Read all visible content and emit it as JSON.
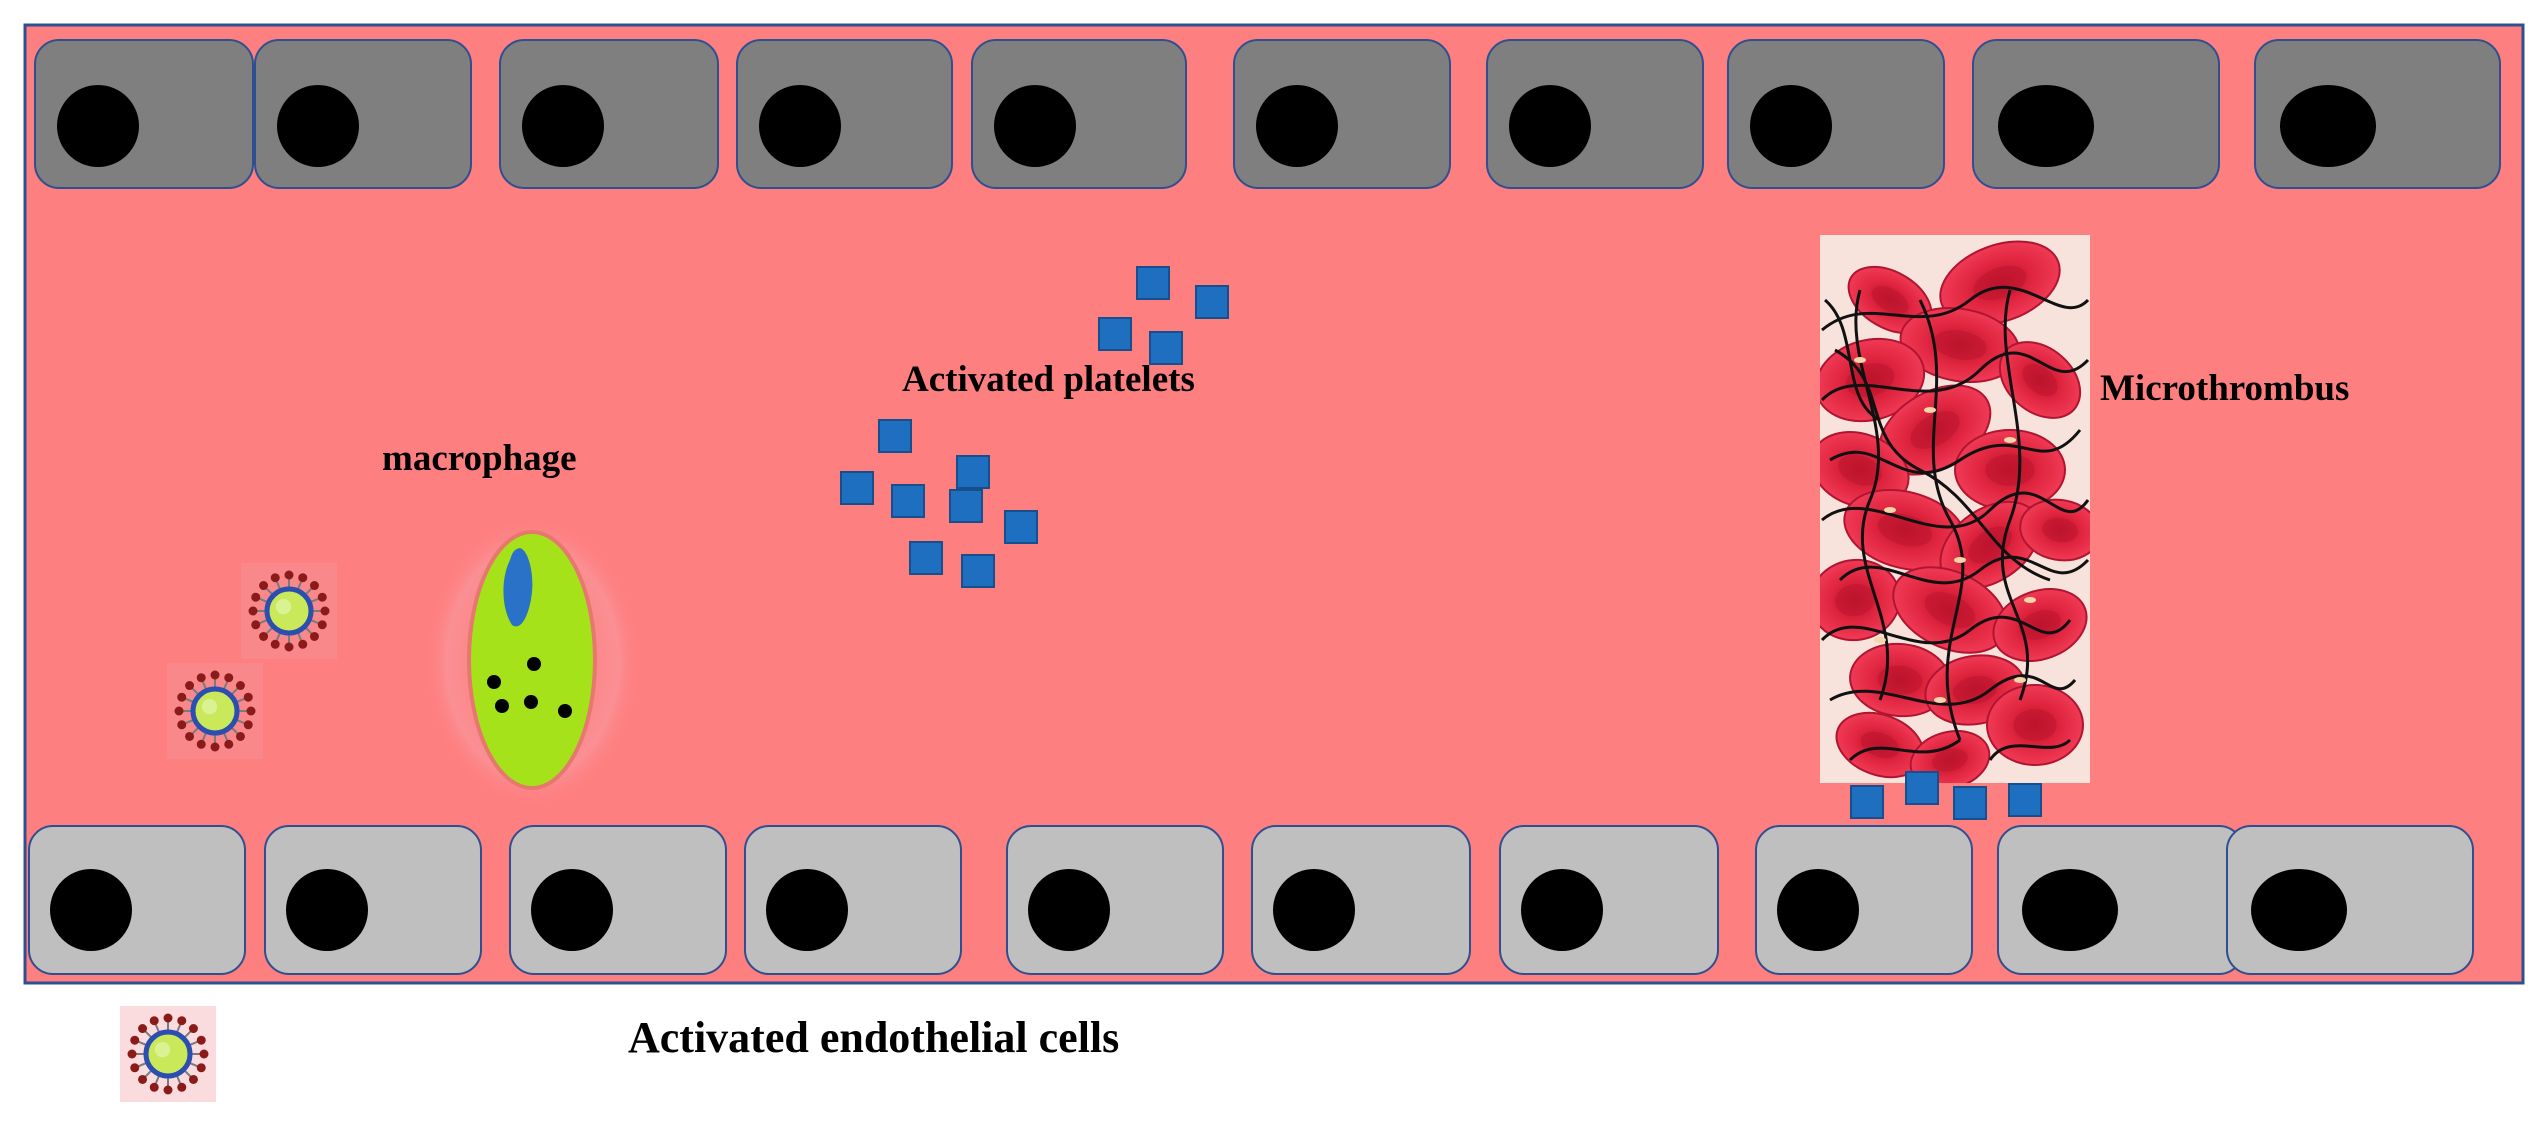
{
  "labels": {
    "activated_platelets": "Activated platelets",
    "macrophage": "macrophage",
    "microthrombus": "Microthrombus",
    "activated_endothelial_cells": "Activated endothelial cells"
  },
  "colors": {
    "vessel_lumen": "#fe7f80",
    "vessel_border": "#2f4f8f",
    "top_endothelial_cell": "#7f7f7f",
    "bottom_endothelial_cell": "#bfbfbf",
    "cell_nucleus": "#000000",
    "platelet": "#1f6fc0",
    "macrophage_body": "#a6e21a",
    "macrophage_nucleus": "#2a72c8",
    "red_blood_cell": "#e0253f",
    "fibrin": "#111111",
    "virus_core": "#c9e85a",
    "virus_spike": "#8b1a1a",
    "virus_ring": "#2a4fb0"
  },
  "icons": [
    "virus-particle-icon",
    "macrophage-icon",
    "platelet-icon",
    "microthrombus-icon",
    "endothelial-cell-icon"
  ]
}
